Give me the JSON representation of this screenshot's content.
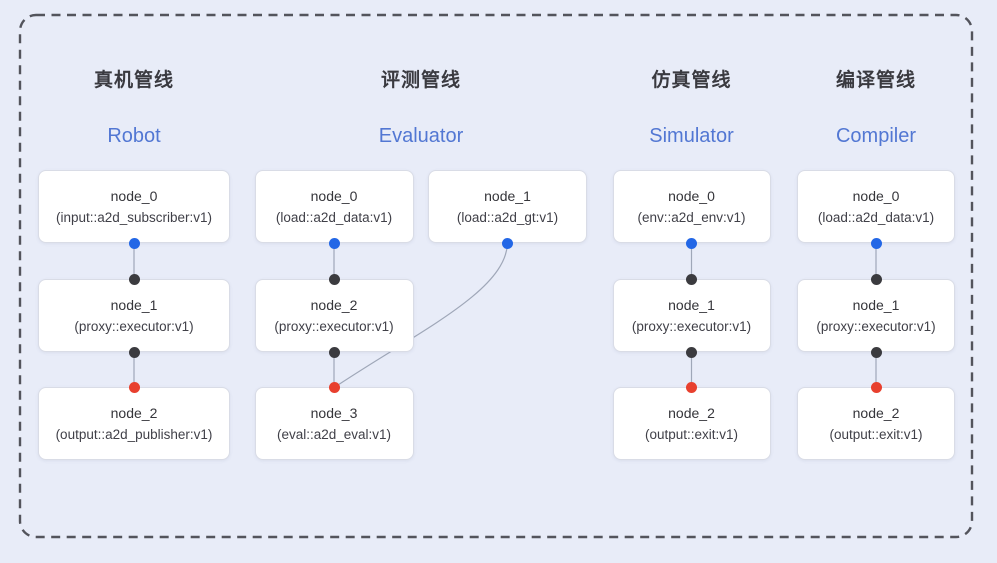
{
  "diagram": {
    "canvas_bg": "#E8ECF8",
    "dashed_border_color": "#53545C",
    "edge_color": "#9FA7B8",
    "port_colors": {
      "blue": "#2367E6",
      "black": "#3B3B3F",
      "red": "#E8402E"
    },
    "pipelines": [
      {
        "id": "robot",
        "title_zh": "真机管线",
        "title_en": "Robot",
        "nodes": [
          {
            "id": "node_0",
            "label": "node_0",
            "sublabel": "(input::a2d_subscriber:v1)",
            "ports": {
              "top": null,
              "bottom": "blue"
            }
          },
          {
            "id": "node_1",
            "label": "node_1",
            "sublabel": "(proxy::executor:v1)",
            "ports": {
              "top": "black",
              "bottom": "black"
            }
          },
          {
            "id": "node_2",
            "label": "node_2",
            "sublabel": "(output::a2d_publisher:v1)",
            "ports": {
              "top": "red",
              "bottom": null
            }
          }
        ],
        "edges": [
          {
            "from": "node_0",
            "to": "node_1",
            "style": "straight"
          },
          {
            "from": "node_1",
            "to": "node_2",
            "style": "straight"
          }
        ]
      },
      {
        "id": "evaluator",
        "title_zh": "评测管线",
        "title_en": "Evaluator",
        "nodes": [
          {
            "id": "node_0",
            "label": "node_0",
            "sublabel": "(load::a2d_data:v1)",
            "ports": {
              "top": null,
              "bottom": "blue"
            }
          },
          {
            "id": "node_1",
            "label": "node_1",
            "sublabel": "(load::a2d_gt:v1)",
            "ports": {
              "top": null,
              "bottom": "blue"
            }
          },
          {
            "id": "node_2",
            "label": "node_2",
            "sublabel": "(proxy::executor:v1)",
            "ports": {
              "top": "black",
              "bottom": "black"
            }
          },
          {
            "id": "node_3",
            "label": "node_3",
            "sublabel": "(eval::a2d_eval:v1)",
            "ports": {
              "top": "red",
              "bottom": null
            }
          }
        ],
        "edges": [
          {
            "from": "node_0",
            "to": "node_2",
            "style": "straight"
          },
          {
            "from": "node_2",
            "to": "node_3",
            "style": "straight"
          },
          {
            "from": "node_1",
            "to": "node_3",
            "style": "curve"
          }
        ]
      },
      {
        "id": "simulator",
        "title_zh": "仿真管线",
        "title_en": "Simulator",
        "nodes": [
          {
            "id": "node_0",
            "label": "node_0",
            "sublabel": "(env::a2d_env:v1)",
            "ports": {
              "top": null,
              "bottom": "blue"
            }
          },
          {
            "id": "node_1",
            "label": "node_1",
            "sublabel": "(proxy::executor:v1)",
            "ports": {
              "top": "black",
              "bottom": "black"
            }
          },
          {
            "id": "node_2",
            "label": "node_2",
            "sublabel": "(output::exit:v1)",
            "ports": {
              "top": "red",
              "bottom": null
            }
          }
        ],
        "edges": [
          {
            "from": "node_0",
            "to": "node_1",
            "style": "straight"
          },
          {
            "from": "node_1",
            "to": "node_2",
            "style": "straight"
          }
        ]
      },
      {
        "id": "compiler",
        "title_zh": "编译管线",
        "title_en": "Compiler",
        "nodes": [
          {
            "id": "node_0",
            "label": "node_0",
            "sublabel": "(load::a2d_data:v1)",
            "ports": {
              "top": null,
              "bottom": "blue"
            }
          },
          {
            "id": "node_1",
            "label": "node_1",
            "sublabel": "(proxy::executor:v1)",
            "ports": {
              "top": "black",
              "bottom": "black"
            }
          },
          {
            "id": "node_2",
            "label": "node_2",
            "sublabel": "(output::exit:v1)",
            "ports": {
              "top": "red",
              "bottom": null
            }
          }
        ],
        "edges": [
          {
            "from": "node_0",
            "to": "node_1",
            "style": "straight"
          },
          {
            "from": "node_1",
            "to": "node_2",
            "style": "straight"
          }
        ]
      }
    ]
  }
}
